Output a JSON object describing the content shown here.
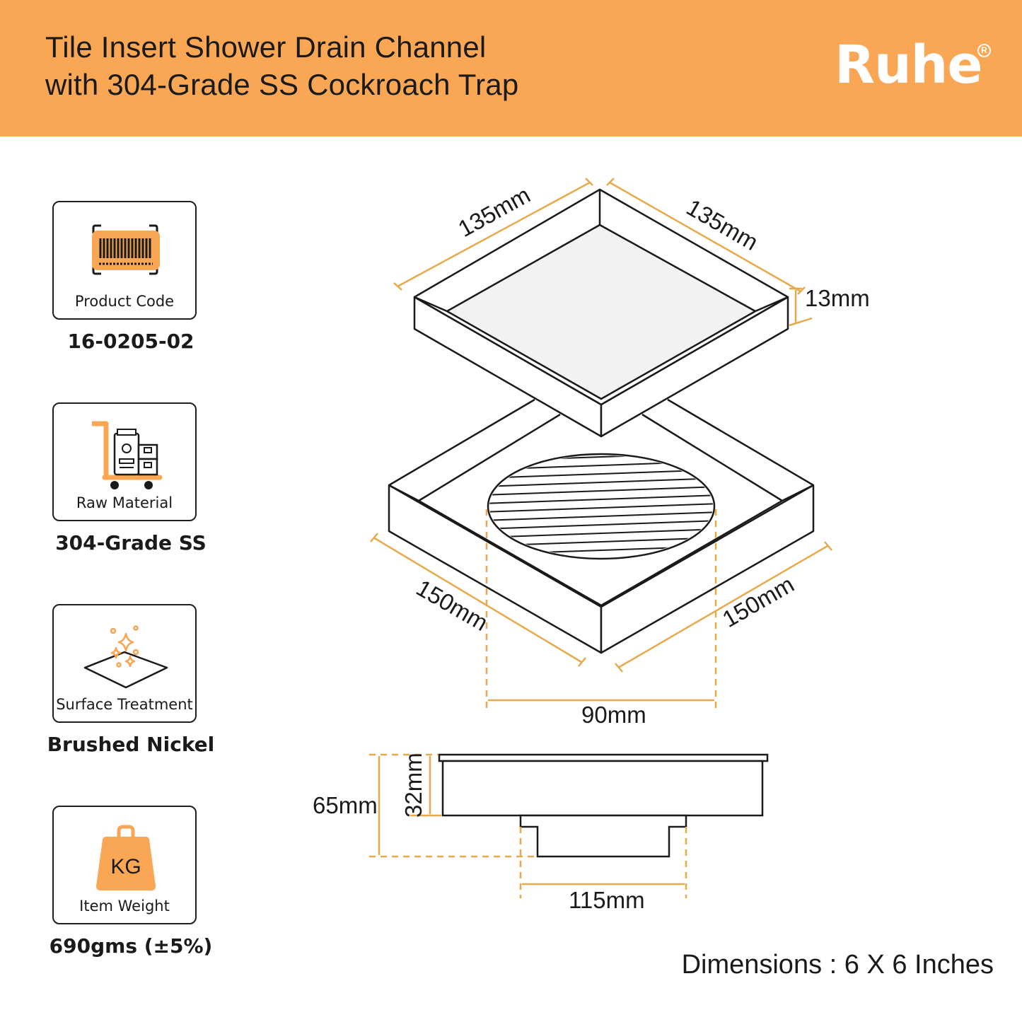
{
  "header": {
    "title_line1": "Tile Insert Shower Drain Channel",
    "title_line2": "with 304-Grade SS Cockroach Trap",
    "brand": "Ruhe",
    "brand_mark": "R",
    "background_color": "#f9a655"
  },
  "specs": [
    {
      "label": "Product Code",
      "value": "16-0205-02",
      "icon": "barcode-icon"
    },
    {
      "label": "Raw Material",
      "value": "304-Grade SS",
      "icon": "material-trolley-icon"
    },
    {
      "label": "Surface Treatment",
      "value": "Brushed Nickel",
      "icon": "sparkle-surface-icon"
    },
    {
      "label": "Item Weight",
      "value": "690gms (±5%)",
      "icon": "weight-kg-icon",
      "icon_text": "KG"
    }
  ],
  "dimensions": {
    "top_left": "135mm",
    "top_right": "135mm",
    "height_top": "13mm",
    "base_left": "150mm",
    "base_right": "150mm",
    "grate_diameter": "90mm",
    "total_height": "65mm",
    "body_height": "32mm",
    "trap_width": "115mm"
  },
  "footer": {
    "dimensions_text": "Dimensions : 6 X 6 Inches"
  },
  "colors": {
    "accent": "#f9a655",
    "dimension_line": "#e8a94a",
    "outline": "#1a1a1a"
  }
}
